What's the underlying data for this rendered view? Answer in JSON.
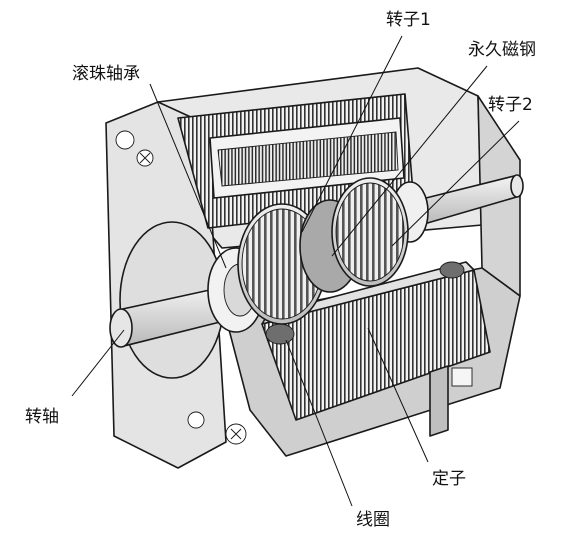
{
  "labels": {
    "rotor1": "转子1",
    "permanent_magnet": "永久磁钢",
    "ball_bearing": "滚珠轴承",
    "rotor2": "转子2",
    "shaft": "转轴",
    "stator": "定子",
    "coil": "线圈"
  },
  "colors": {
    "body": "#e6e6e6",
    "body_dark": "#c8c8c8",
    "lamination": "#3a3a3a",
    "shaft": "#dcdcdc",
    "line": "#1a1a1a"
  }
}
